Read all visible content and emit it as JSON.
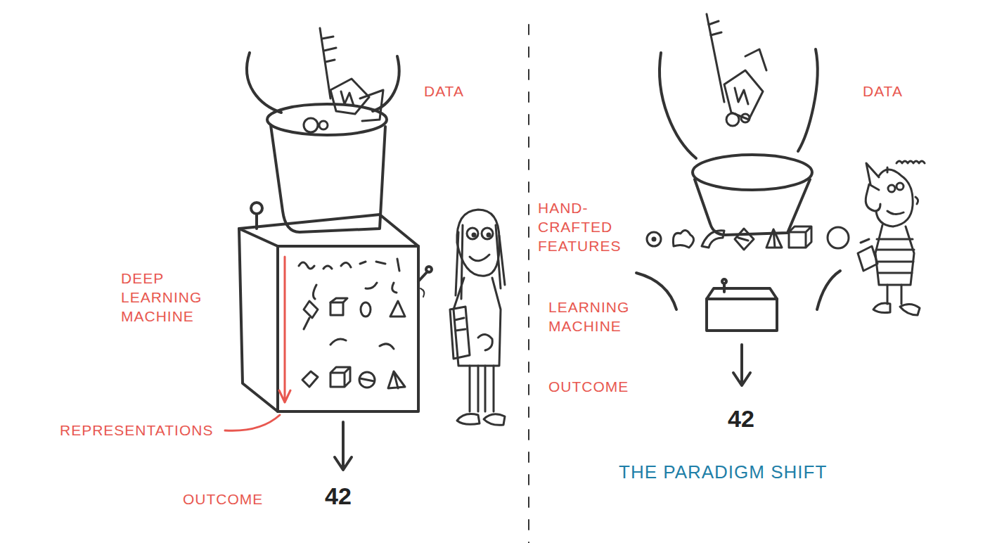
{
  "diagram": {
    "title": "THE PARADIGM SHIFT",
    "nodes": [
      {
        "text": [
          "DEEP LEARNING MACHINE"
        ]
      },
      {
        "text": [
          "LEARNING MACHINE"
        ]
      }
    ],
    "labels": [
      "DATA",
      "REPRESENTATIONS",
      "OUTCOME",
      "42",
      "DATA",
      "HAND-CRAFTED FEATURES",
      "OUTCOME",
      "42"
    ]
  }
}
